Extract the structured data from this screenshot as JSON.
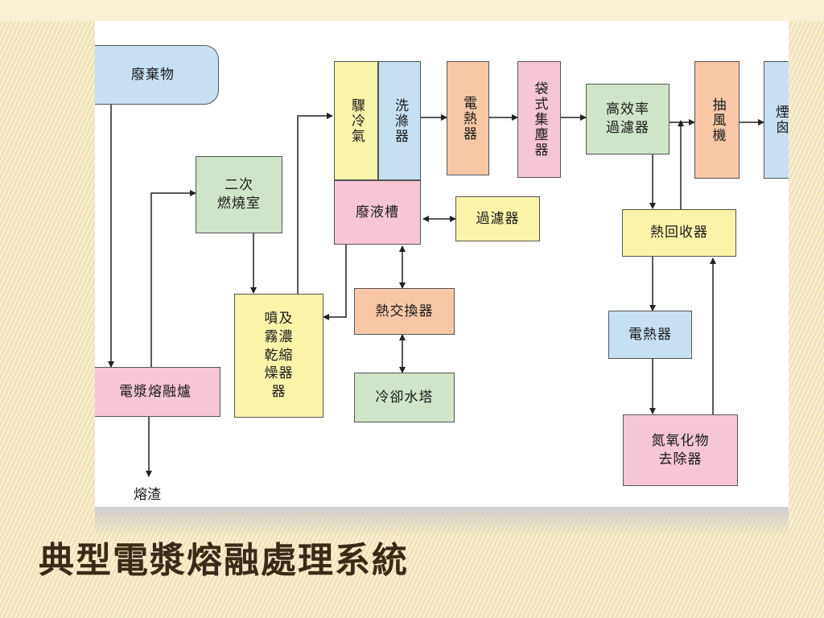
{
  "title": "典型電漿熔融處理系統",
  "nodes": {
    "waste": "廢棄物",
    "plasma_furnace": "電漿熔融爐",
    "slag": "熔渣",
    "secondary_chamber": "二次\n燃燒室",
    "spray_dryer": "噴及\n霧濃\n乾縮\n燥器\n器",
    "quench": "驟冷氣",
    "scrubber": "洗滌器",
    "waste_liquid_tank": "廢液槽",
    "filter_small": "過濾器",
    "heat_exchanger": "熱交換器",
    "cooling_tower": "冷卻水塔",
    "electric_heater_1": "電熱器",
    "bag_filter": "袋式集塵器",
    "hepa": "高效率\n過濾器",
    "heat_recovery": "熱回收器",
    "electric_heater_2": "電熱器",
    "nox_removal": "氮氧化物\n去除器",
    "fan": "抽風機",
    "stack": "煙囪"
  },
  "colors": {
    "pink": "#f6c6d4",
    "green": "#cfe4c8",
    "yellow": "#fbf5a9",
    "blue": "#c7e0f1",
    "orange": "#f8c8a6"
  }
}
